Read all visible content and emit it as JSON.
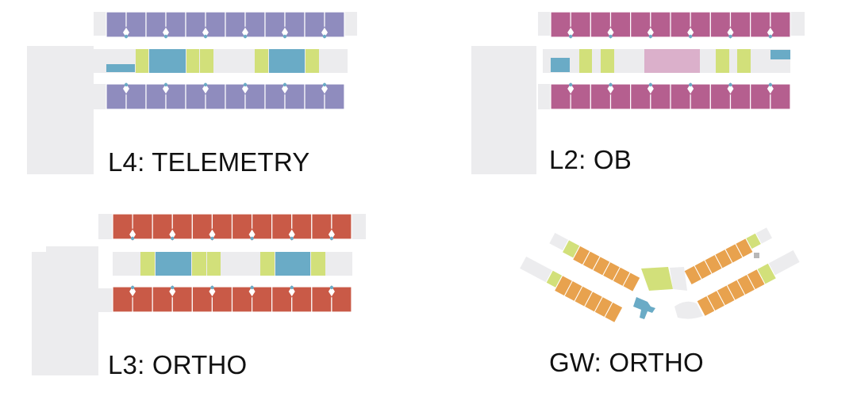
{
  "colors": {
    "background": "#ffffff",
    "structure_gray": "#ececee",
    "label_text": "#111111",
    "support_blue": "#6aabc6",
    "support_green": "#d2e07a",
    "telemetry_rooms": "#8f8cbe",
    "ob_rooms": "#b55f8f",
    "ob_center": "#dbb0cb",
    "ortho_l3_rooms": "#c95a47",
    "gw_rooms": "#e8a24e",
    "gw_gray_accent": "#b8b8b8"
  },
  "floors": [
    {
      "id": "l4",
      "label": "L4: TELEMETRY",
      "room_color_key": "telemetry_rooms"
    },
    {
      "id": "l2",
      "label": "L2: OB",
      "room_color_key": "ob_rooms"
    },
    {
      "id": "l3",
      "label": "L3: ORTHO",
      "room_color_key": "ortho_l3_rooms"
    },
    {
      "id": "gw",
      "label": "GW: ORTHO",
      "room_color_key": "gw_rooms"
    }
  ]
}
